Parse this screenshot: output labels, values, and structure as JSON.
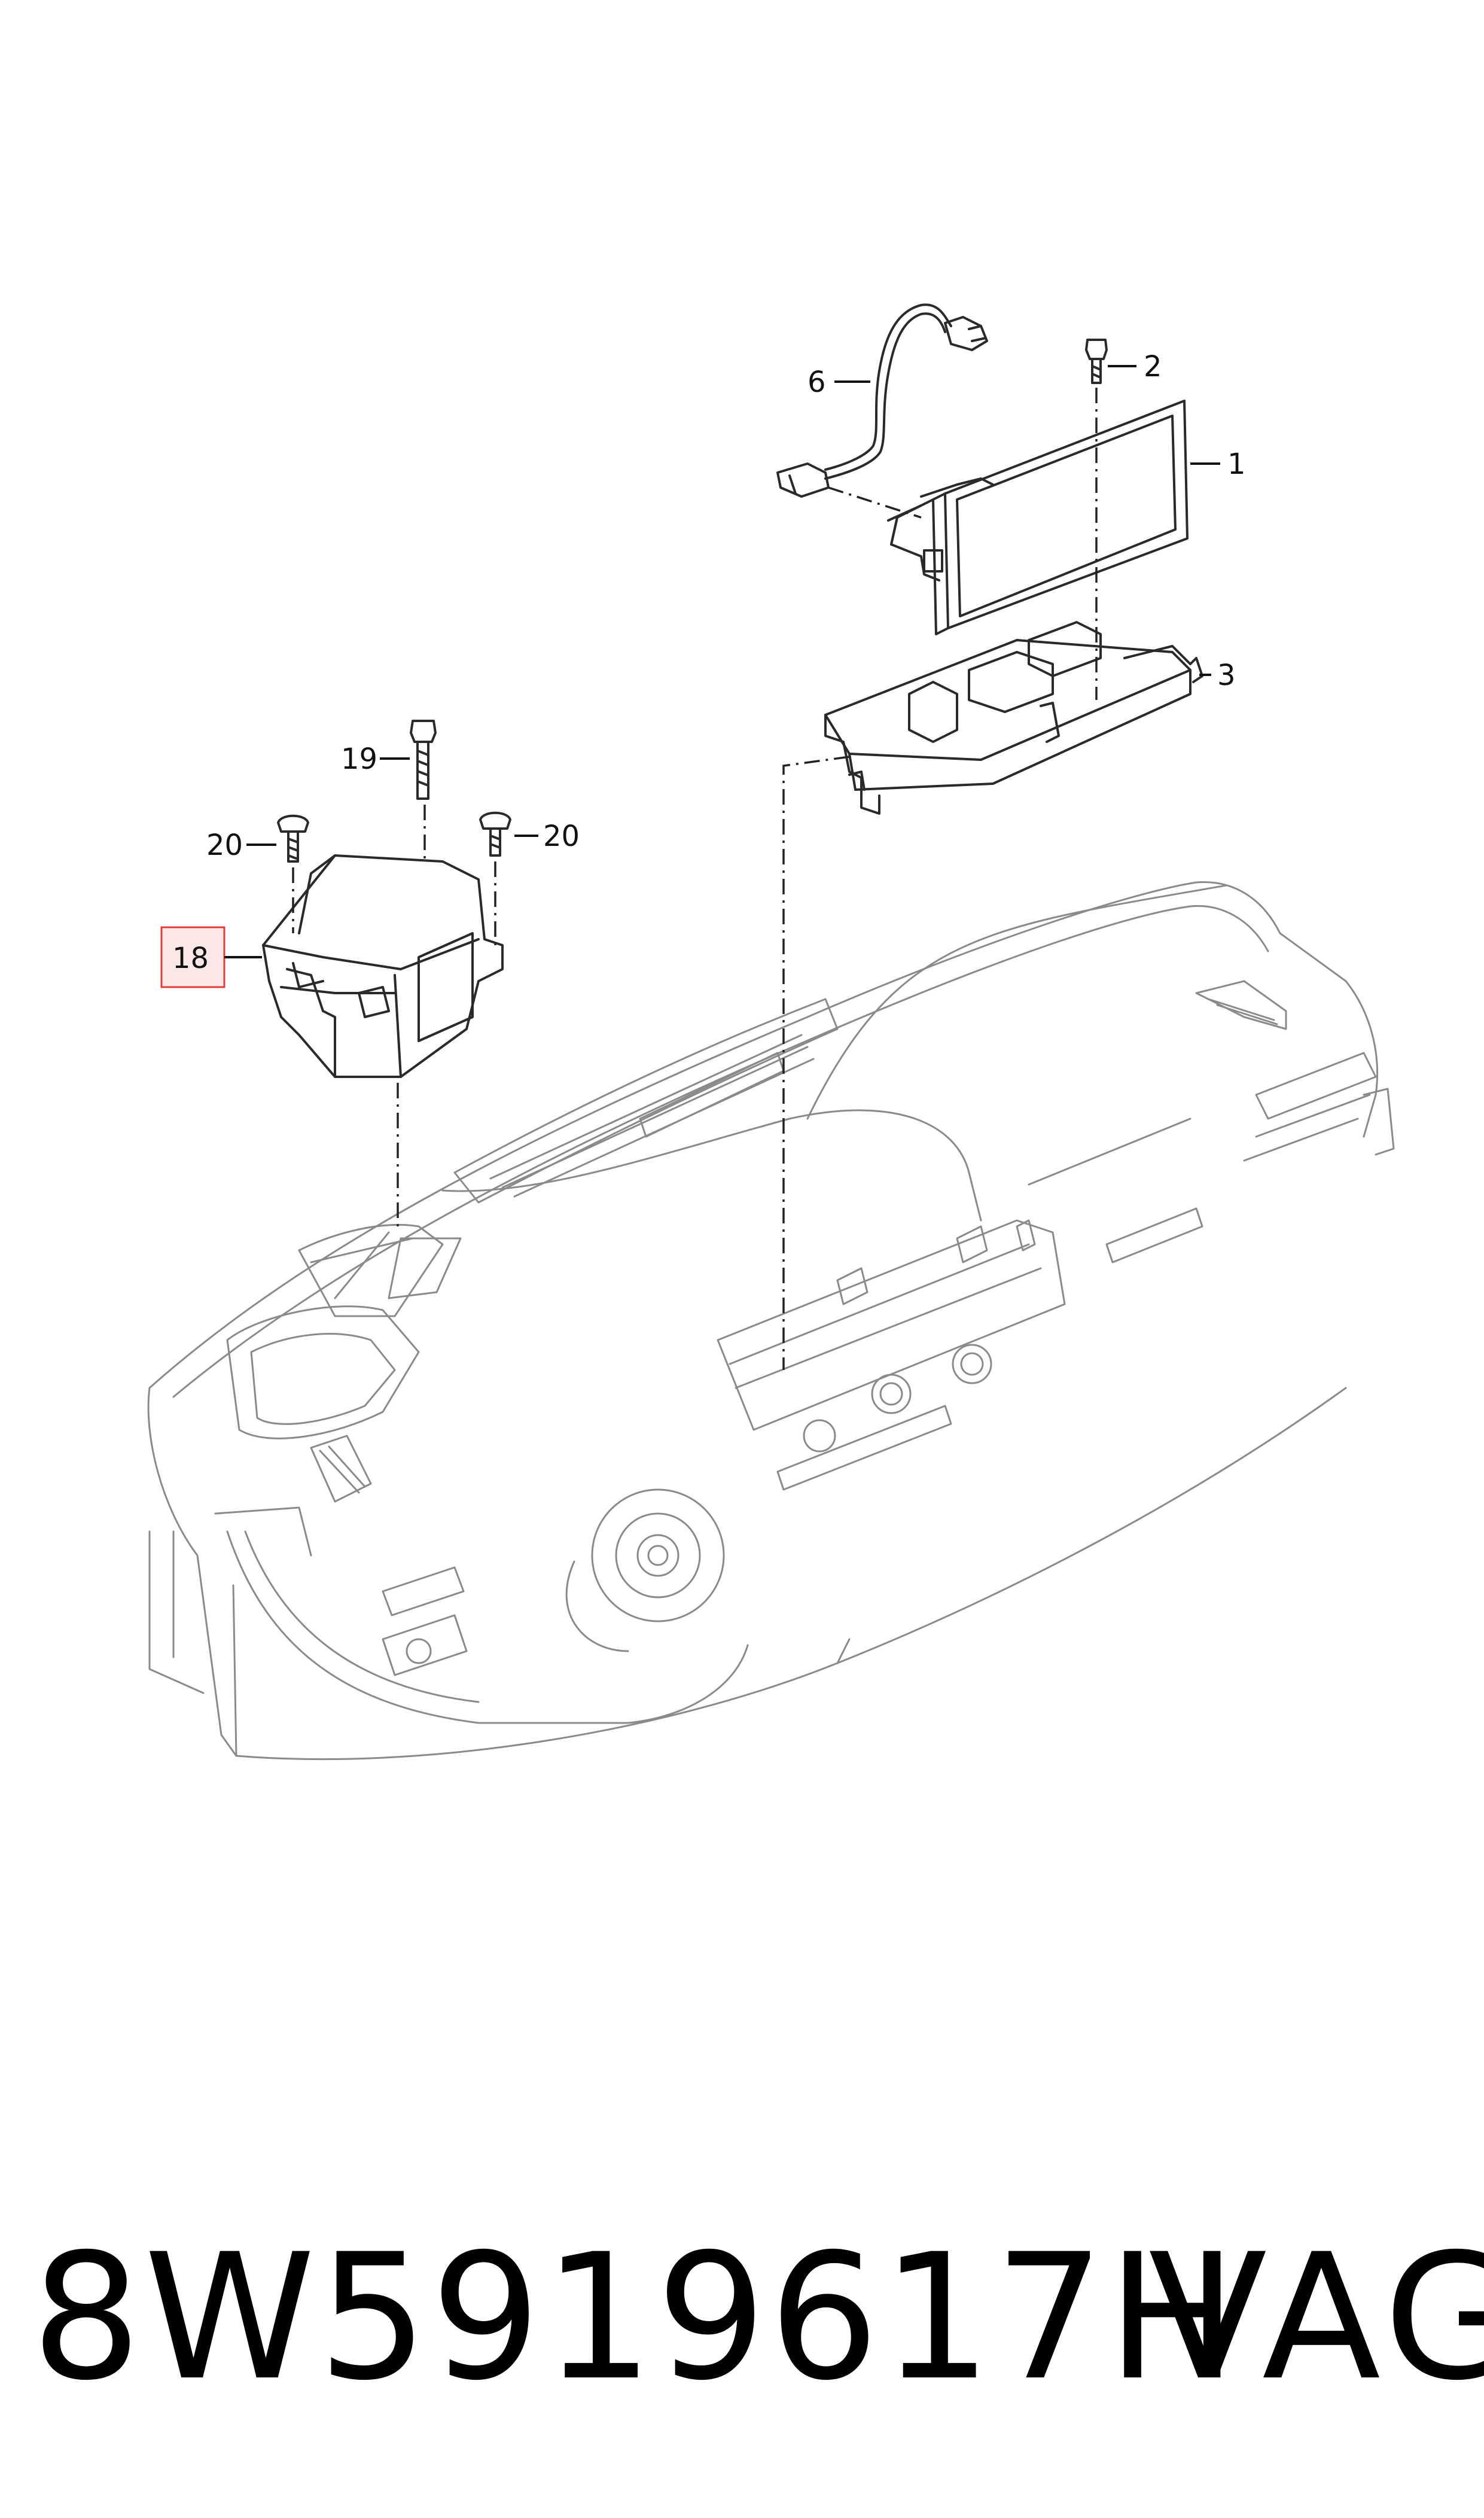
{
  "diagram": {
    "callouts": [
      {
        "id": "1",
        "label": "1"
      },
      {
        "id": "2",
        "label": "2"
      },
      {
        "id": "3",
        "label": "3"
      },
      {
        "id": "6",
        "label": "6"
      },
      {
        "id": "18",
        "label": "18",
        "highlighted": true,
        "highlight_color": "#e23b3b",
        "highlight_fill": "#fde8e8"
      },
      {
        "id": "19",
        "label": "19"
      },
      {
        "id": "20a",
        "label": "20"
      },
      {
        "id": "20b",
        "label": "20"
      }
    ],
    "components": [
      "display-unit",
      "mounting-bolt",
      "display-bracket",
      "connecting-cable",
      "control-unit",
      "long-bolt",
      "screw",
      "dashboard"
    ]
  },
  "footer": {
    "part_number": "8W5919617H",
    "brand": "VAG"
  }
}
